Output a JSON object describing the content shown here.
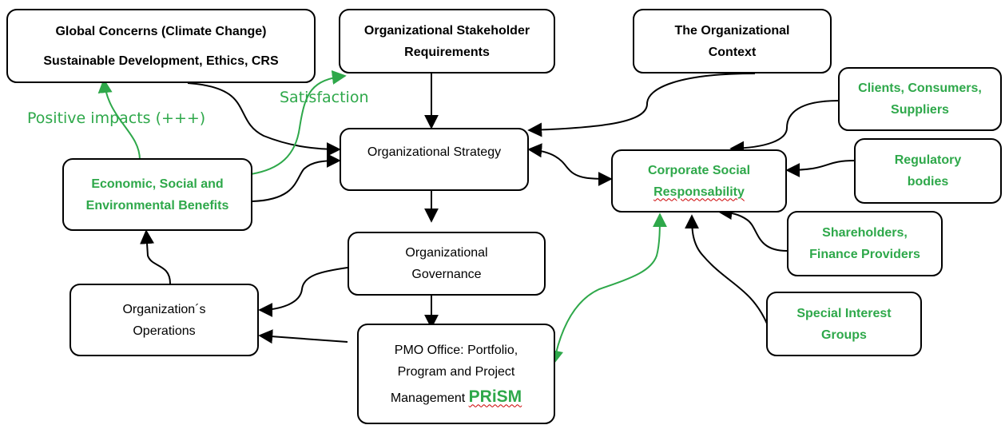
{
  "nodes": {
    "global_concerns": {
      "line1": "Global Concerns (Climate Change)",
      "line2": "Sustainable Development, Ethics, CRS"
    },
    "stakeholder_requirements": {
      "line1": "Organizational Stakeholder",
      "line2": "Requirements"
    },
    "org_context": {
      "line1": "The Organizational",
      "line2": "Context"
    },
    "org_strategy": {
      "line1": "Organizational Strategy"
    },
    "benefits": {
      "line1": "Economic, Social and",
      "line2": "Environmental Benefits"
    },
    "csr": {
      "line1": "Corporate Social",
      "line2": "Responsability"
    },
    "clients": {
      "line1": "Clients, Consumers,",
      "line2": "Suppliers"
    },
    "regulatory": {
      "line1": "Regulatory",
      "line2": "bodies"
    },
    "shareholders": {
      "line1": "Shareholders,",
      "line2": "Finance Providers"
    },
    "governance": {
      "line1": "Organizational",
      "line2": "Governance"
    },
    "operations": {
      "line1": "Organization´s",
      "line2": "Operations"
    },
    "pmo": {
      "line1": "PMO Office: Portfolio,",
      "line2": "Program and Project",
      "line3": "Management",
      "highlight": "PRiSM"
    },
    "special_interest": {
      "line1": "Special Interest",
      "line2": "Groups"
    }
  },
  "edge_labels": {
    "positive_impacts": "Positive impacts (+++)",
    "satisfaction": "Satisfaction"
  },
  "colors": {
    "green": "#2ea84a",
    "black": "#000000",
    "spellcheck": "#cc0000"
  }
}
